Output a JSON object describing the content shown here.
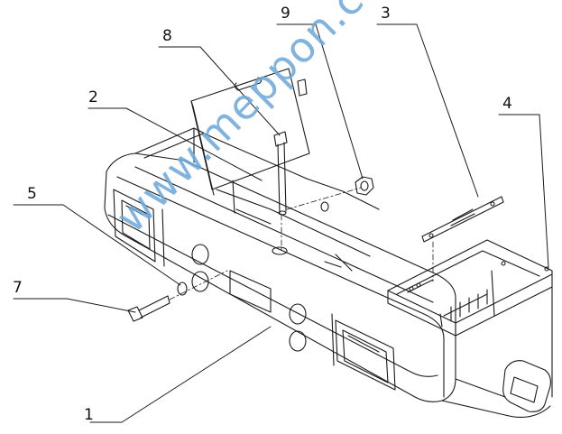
{
  "watermark": "www.meppon.com",
  "callouts": [
    {
      "id": "1",
      "label": "1"
    },
    {
      "id": "2",
      "label": "2"
    },
    {
      "id": "3",
      "label": "3"
    },
    {
      "id": "4",
      "label": "4"
    },
    {
      "id": "5",
      "label": "5"
    },
    {
      "id": "7",
      "label": "7"
    },
    {
      "id": "8",
      "label": "8"
    },
    {
      "id": "9",
      "label": "9"
    }
  ],
  "colors": {
    "line": "#1a1a1a",
    "watermark": "#6aa8da"
  }
}
